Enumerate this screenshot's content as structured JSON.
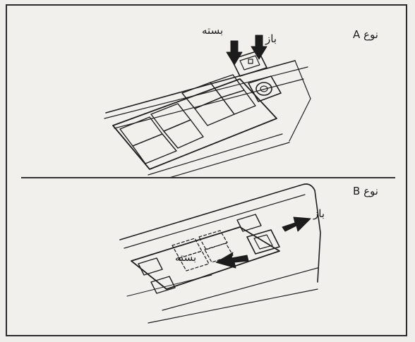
{
  "panel_a": {
    "type_label": "نوع A",
    "close_label": "بسته",
    "open_label": "باز"
  },
  "panel_b": {
    "type_label": "نوع B",
    "close_label": "بسته",
    "open_label": "باز"
  },
  "colors": {
    "ink": "#1c1c1c",
    "paper": "#f1f0ed"
  }
}
